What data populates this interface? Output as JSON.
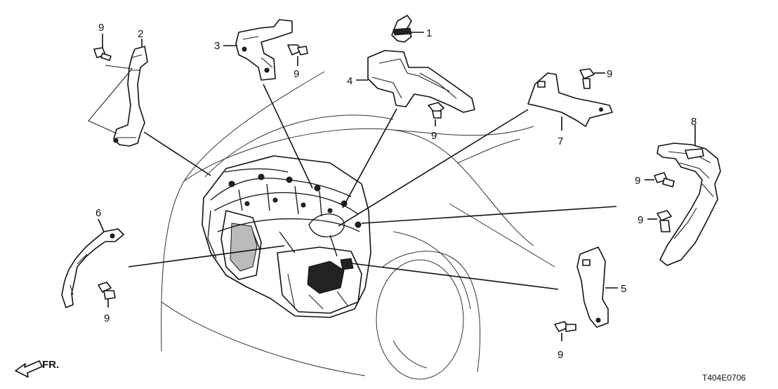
{
  "diagram": {
    "code": "T404E0706",
    "direction_label": "FR.",
    "callouts": {
      "part1": "1",
      "part2": "2",
      "part3": "3",
      "part4": "4",
      "part5": "5",
      "part6": "6",
      "part7": "7",
      "part8": "8",
      "bolt_a": "9",
      "bolt_b": "9",
      "bolt_c": "9",
      "bolt_d": "9",
      "bolt_e": "9",
      "bolt_f": "9",
      "bolt_g": "9",
      "bolt_h": "9"
    }
  }
}
